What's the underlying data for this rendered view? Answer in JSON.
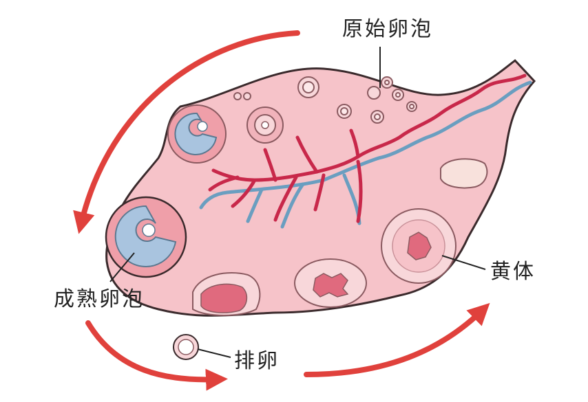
{
  "labels": {
    "primordial_follicle": "原始卵泡",
    "mature_follicle": "成熟卵泡",
    "corpus_luteum": "黄体",
    "ovulation": "排卵"
  },
  "colors": {
    "ovary_fill": "#f6c3c9",
    "ovary_stroke": "#3a2a2c",
    "artery": "#c8284a",
    "vein": "#6a9ec0",
    "cycle_arrow": "#e0413c",
    "follicle_fluid": "#a9c4df",
    "corpus_luteum_core": "#e06a7e"
  }
}
